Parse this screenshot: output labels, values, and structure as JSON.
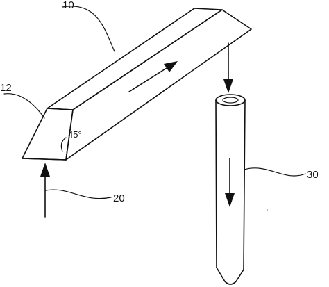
{
  "labels": {
    "prism_ref": "10",
    "face_ref": "12",
    "input_ref": "20",
    "tube_ref": "30",
    "angle": "45°"
  },
  "colors": {
    "line": "#111111",
    "background": "#ffffff"
  }
}
